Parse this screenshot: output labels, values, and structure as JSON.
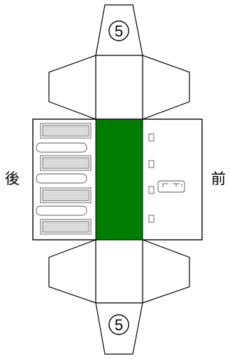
{
  "labels": {
    "rear": "後",
    "front": "前",
    "number_top": "5",
    "number_bottom": "5"
  },
  "colors": {
    "center_band": "#007c00",
    "line": "#000000",
    "fold_line": "#999999",
    "fill": "#ffffff",
    "blind": "#bcbcbc"
  }
}
